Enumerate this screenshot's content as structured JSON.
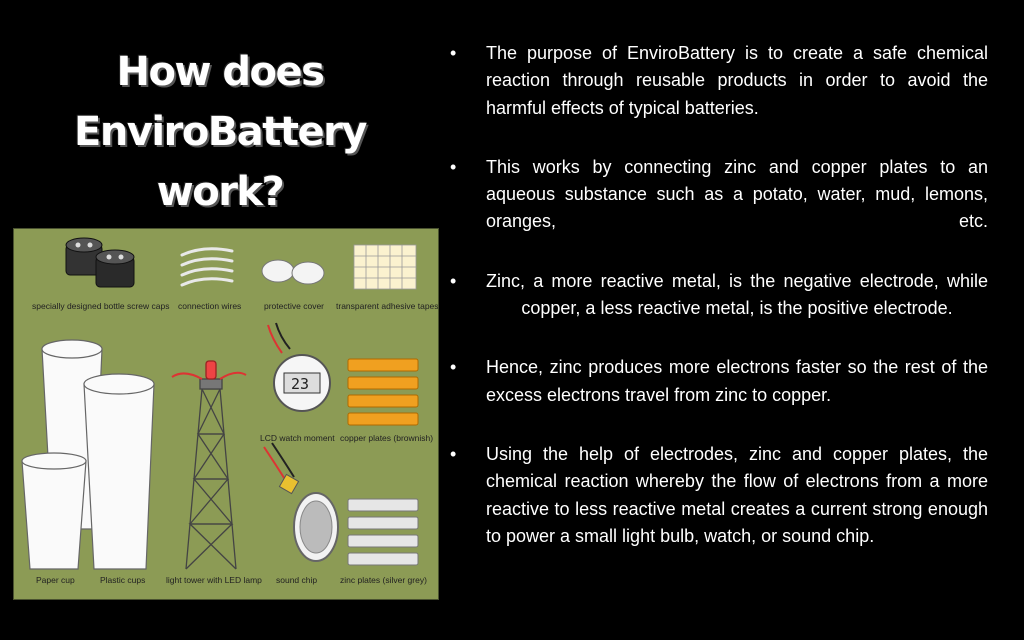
{
  "slide": {
    "title_lines": [
      "How does",
      "EnviroBattery",
      "work?"
    ],
    "bullet_char": "•",
    "bullets": [
      "The purpose of EnviroBattery is to create a safe chemical reaction through reusable products in order to avoid the harmful effects of typical batteries.",
      "This works by connecting zinc and copper plates to an aqueous substance such as a potato, water, mud, lemons, oranges, etc.",
      "Zinc, a more reactive metal, is the negative electrode, while copper, a less reactive metal, is the positive electrode.",
      "Hence, zinc produces more electrons faster so the rest of the excess electrons travel from zinc to copper.",
      "Using the help of electrodes, zinc and copper plates, the chemical reaction whereby the flow of electrons from a more reactive to less reactive metal creates a current  strong enough to power a small light bulb, watch, or sound chip."
    ]
  },
  "diagram": {
    "labels": {
      "caps": "specially designed bottle screw caps",
      "wires": "connection wires",
      "cover": "protective cover",
      "tapes": "transparent adhesive tapes",
      "watch": "LCD watch moment",
      "copper": "copper plates (brownish)",
      "paper_cup": "Paper cup",
      "plastic_cups": "Plastic cups",
      "tower": "light tower with LED lamp",
      "sound": "sound chip",
      "zinc": "zinc plates (silver grey)",
      "lcd_digits": "23"
    },
    "colors": {
      "background": "#8c9b55",
      "copper_plate": "#f0a020",
      "zinc_plate": "#e6e6e6"
    }
  }
}
